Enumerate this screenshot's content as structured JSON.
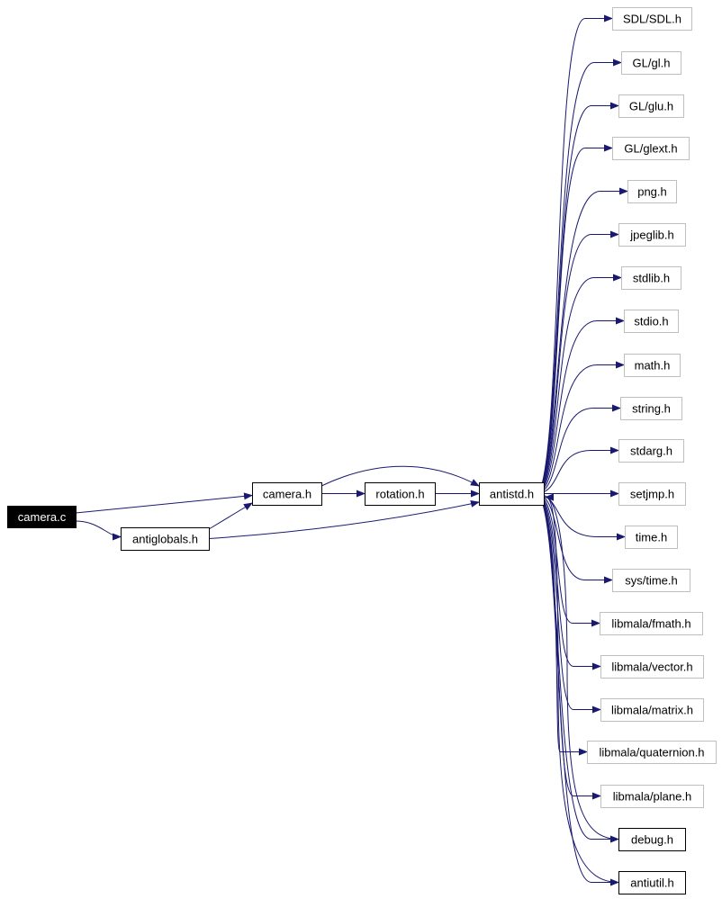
{
  "diagram": {
    "nodes": [
      {
        "id": "camera_c",
        "label": "camera.c",
        "style": "root"
      },
      {
        "id": "camera_h",
        "label": "camera.h",
        "style": "internal"
      },
      {
        "id": "antiglobals_h",
        "label": "antiglobals.h",
        "style": "internal"
      },
      {
        "id": "rotation_h",
        "label": "rotation.h",
        "style": "internal"
      },
      {
        "id": "antistd_h",
        "label": "antistd.h",
        "style": "internal"
      },
      {
        "id": "sdl_h",
        "label": "SDL/SDL.h",
        "style": "external"
      },
      {
        "id": "gl_h",
        "label": "GL/gl.h",
        "style": "external"
      },
      {
        "id": "glu_h",
        "label": "GL/glu.h",
        "style": "external"
      },
      {
        "id": "glext_h",
        "label": "GL/glext.h",
        "style": "external"
      },
      {
        "id": "png_h",
        "label": "png.h",
        "style": "external"
      },
      {
        "id": "jpeglib_h",
        "label": "jpeglib.h",
        "style": "external"
      },
      {
        "id": "stdlib_h",
        "label": "stdlib.h",
        "style": "external"
      },
      {
        "id": "stdio_h",
        "label": "stdio.h",
        "style": "external"
      },
      {
        "id": "math_h",
        "label": "math.h",
        "style": "external"
      },
      {
        "id": "string_h",
        "label": "string.h",
        "style": "external"
      },
      {
        "id": "stdarg_h",
        "label": "stdarg.h",
        "style": "external"
      },
      {
        "id": "setjmp_h",
        "label": "setjmp.h",
        "style": "external"
      },
      {
        "id": "time_h",
        "label": "time.h",
        "style": "external"
      },
      {
        "id": "systime_h",
        "label": "sys/time.h",
        "style": "external"
      },
      {
        "id": "fmath_h",
        "label": "libmala/fmath.h",
        "style": "external"
      },
      {
        "id": "vector_h",
        "label": "libmala/vector.h",
        "style": "external"
      },
      {
        "id": "matrix_h",
        "label": "libmala/matrix.h",
        "style": "external"
      },
      {
        "id": "quaternion_h",
        "label": "libmala/quaternion.h",
        "style": "external"
      },
      {
        "id": "plane_h",
        "label": "libmala/plane.h",
        "style": "external"
      },
      {
        "id": "debug_h",
        "label": "debug.h",
        "style": "internal"
      },
      {
        "id": "antiutil_h",
        "label": "antiutil.h",
        "style": "internal"
      }
    ],
    "edges": [
      {
        "from": "camera_c",
        "to": "camera_h"
      },
      {
        "from": "camera_c",
        "to": "antiglobals_h"
      },
      {
        "from": "antiglobals_h",
        "to": "camera_h"
      },
      {
        "from": "antiglobals_h",
        "to": "antistd_h"
      },
      {
        "from": "camera_h",
        "to": "rotation_h"
      },
      {
        "from": "camera_h",
        "to": "antistd_h"
      },
      {
        "from": "rotation_h",
        "to": "antistd_h"
      },
      {
        "from": "antistd_h",
        "to": "sdl_h"
      },
      {
        "from": "antistd_h",
        "to": "gl_h"
      },
      {
        "from": "antistd_h",
        "to": "glu_h"
      },
      {
        "from": "antistd_h",
        "to": "glext_h"
      },
      {
        "from": "antistd_h",
        "to": "png_h"
      },
      {
        "from": "antistd_h",
        "to": "jpeglib_h"
      },
      {
        "from": "antistd_h",
        "to": "stdlib_h"
      },
      {
        "from": "antistd_h",
        "to": "stdio_h"
      },
      {
        "from": "antistd_h",
        "to": "math_h"
      },
      {
        "from": "antistd_h",
        "to": "string_h"
      },
      {
        "from": "antistd_h",
        "to": "stdarg_h"
      },
      {
        "from": "antistd_h",
        "to": "setjmp_h"
      },
      {
        "from": "antistd_h",
        "to": "time_h"
      },
      {
        "from": "antistd_h",
        "to": "systime_h"
      },
      {
        "from": "antistd_h",
        "to": "fmath_h"
      },
      {
        "from": "antistd_h",
        "to": "vector_h"
      },
      {
        "from": "antistd_h",
        "to": "matrix_h"
      },
      {
        "from": "antistd_h",
        "to": "quaternion_h"
      },
      {
        "from": "antistd_h",
        "to": "plane_h"
      },
      {
        "from": "antistd_h",
        "to": "debug_h"
      },
      {
        "from": "antistd_h",
        "to": "antiutil_h"
      },
      {
        "from": "debug_h",
        "to": "antistd_h"
      },
      {
        "from": "antiutil_h",
        "to": "antistd_h"
      }
    ]
  },
  "colors": {
    "edge": "#191970",
    "root_fill": "#000000",
    "root_text": "#ffffff",
    "internal_border": "#000000",
    "external_border": "#bfbfbf",
    "node_fill": "#ffffff",
    "node_text": "#000000"
  }
}
